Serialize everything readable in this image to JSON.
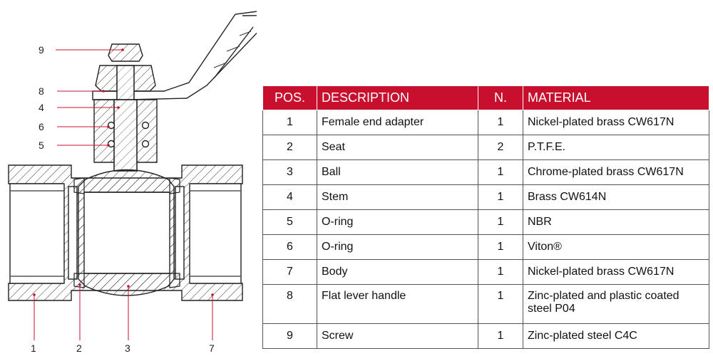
{
  "drawing": {
    "callouts": [
      "9",
      "8",
      "4",
      "6",
      "5",
      "1",
      "2",
      "3",
      "7"
    ]
  },
  "table": {
    "headers": {
      "pos": "POS.",
      "description": "DESCRIPTION",
      "n": "N.",
      "material": "MATERIAL"
    },
    "rows": [
      {
        "pos": "1",
        "description": "Female end adapter",
        "n": "1",
        "material": "Nickel-plated brass CW617N"
      },
      {
        "pos": "2",
        "description": "Seat",
        "n": "2",
        "material": "P.T.F.E."
      },
      {
        "pos": "3",
        "description": "Ball",
        "n": "1",
        "material": "Chrome-plated brass CW617N"
      },
      {
        "pos": "4",
        "description": "Stem",
        "n": "1",
        "material": "Brass CW614N"
      },
      {
        "pos": "5",
        "description": "O-ring",
        "n": "1",
        "material": "NBR"
      },
      {
        "pos": "6",
        "description": "O-ring",
        "n": "1",
        "material": "Viton®"
      },
      {
        "pos": "7",
        "description": "Body",
        "n": "1",
        "material": "Nickel-plated brass CW617N"
      },
      {
        "pos": "8",
        "description": "Flat lever handle",
        "n": "1",
        "material": "Zinc-plated and plastic coated steel P04"
      },
      {
        "pos": "9",
        "description": "Screw",
        "n": "1",
        "material": "Zinc-plated steel C4C"
      }
    ],
    "header_color": "#c8102e"
  }
}
